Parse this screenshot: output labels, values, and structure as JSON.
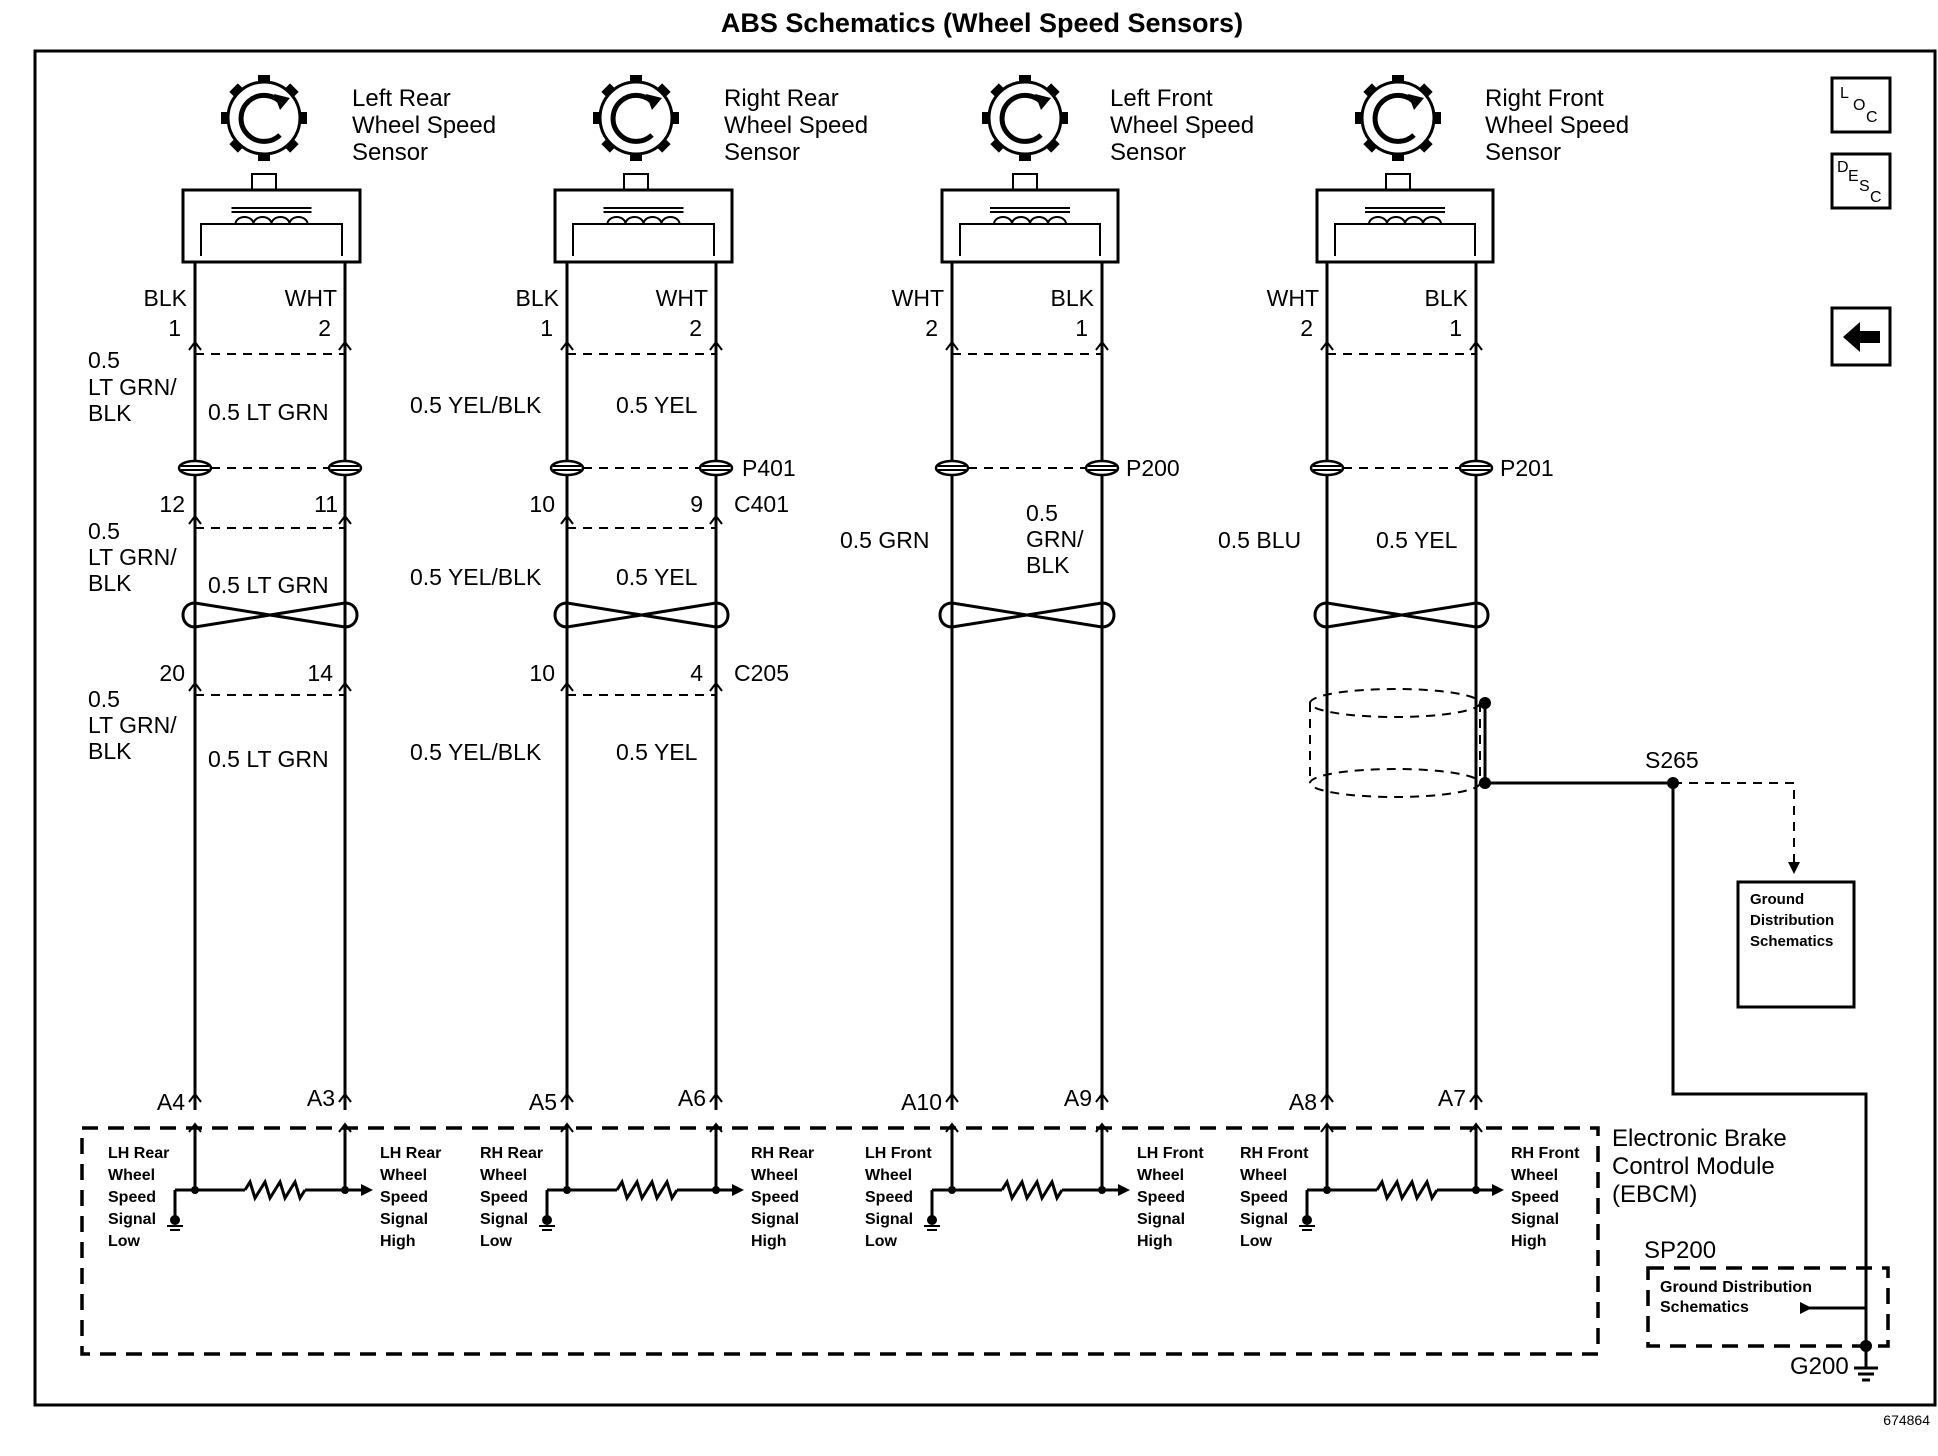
{
  "title": "ABS Schematics (Wheel Speed Sensors)",
  "figure_number": "674864",
  "nav": {
    "loc_icon": "loc-icon",
    "desc_icon": "desc-icon",
    "back_icon": "left-arrow-icon",
    "loc_letters": [
      "L",
      "O",
      "C"
    ],
    "desc_letters": [
      "D",
      "E",
      "S",
      "C"
    ]
  },
  "sensors": [
    {
      "name_lines": [
        "Left Rear",
        "Wheel Speed",
        "Sensor"
      ],
      "left_color": "BLK",
      "right_color": "WHT",
      "left_pin": "1",
      "right_pin": "2"
    },
    {
      "name_lines": [
        "Right Rear",
        "Wheel Speed",
        "Sensor"
      ],
      "left_color": "BLK",
      "right_color": "WHT",
      "left_pin": "1",
      "right_pin": "2"
    },
    {
      "name_lines": [
        "Left Front",
        "Wheel Speed",
        "Sensor"
      ],
      "left_color": "WHT",
      "right_color": "BLK",
      "left_pin": "2",
      "right_pin": "1"
    },
    {
      "name_lines": [
        "Right Front",
        "Wheel Speed",
        "Sensor"
      ],
      "left_color": "WHT",
      "right_color": "BLK",
      "left_pin": "2",
      "right_pin": "1"
    }
  ],
  "wires": {
    "lr_low_multi": [
      "0.5",
      "LT GRN/",
      "BLK"
    ],
    "lr_high": "0.5 LT GRN",
    "rr_low": "0.5 YEL/BLK",
    "rr_high": "0.5 YEL",
    "lf_low": "0.5 GRN",
    "lf_high_multi": [
      "0.5",
      "GRN/",
      "BLK"
    ],
    "rf_low": "0.5 BLU",
    "rf_high": "0.5 YEL"
  },
  "connectors": {
    "p401": "P401",
    "c401": "C401",
    "p200": "P200",
    "p201": "P201",
    "c205": "C205",
    "c401_pins": [
      "12",
      "11",
      "10",
      "9"
    ],
    "c205_pins": [
      "20",
      "14",
      "10",
      "4"
    ]
  },
  "splice": "S265",
  "ground_box": [
    "Ground",
    "Distribution",
    "Schematics"
  ],
  "ebcm": {
    "name_lines": [
      "Electronic Brake",
      "Control Module",
      "(EBCM)"
    ],
    "pins": [
      "A4",
      "A3",
      "A5",
      "A6",
      "A10",
      "A9",
      "A8",
      "A7"
    ],
    "signals": [
      [
        "LH Rear",
        "Wheel",
        "Speed",
        "Signal",
        "Low"
      ],
      [
        "LH Rear",
        "Wheel",
        "Speed",
        "Signal",
        "High"
      ],
      [
        "RH Rear",
        "Wheel",
        "Speed",
        "Signal",
        "Low"
      ],
      [
        "RH Rear",
        "Wheel",
        "Speed",
        "Signal",
        "High"
      ],
      [
        "LH Front",
        "Wheel",
        "Speed",
        "Signal",
        "Low"
      ],
      [
        "LH Front",
        "Wheel",
        "Speed",
        "Signal",
        "High"
      ],
      [
        "RH Front",
        "Wheel",
        "Speed",
        "Signal",
        "Low"
      ],
      [
        "RH Front",
        "Wheel",
        "Speed",
        "Signal",
        "High"
      ]
    ]
  },
  "sp200": {
    "label": "SP200",
    "text_lines": [
      "Ground Distribution",
      "Schematics"
    ],
    "ground": "G200"
  }
}
